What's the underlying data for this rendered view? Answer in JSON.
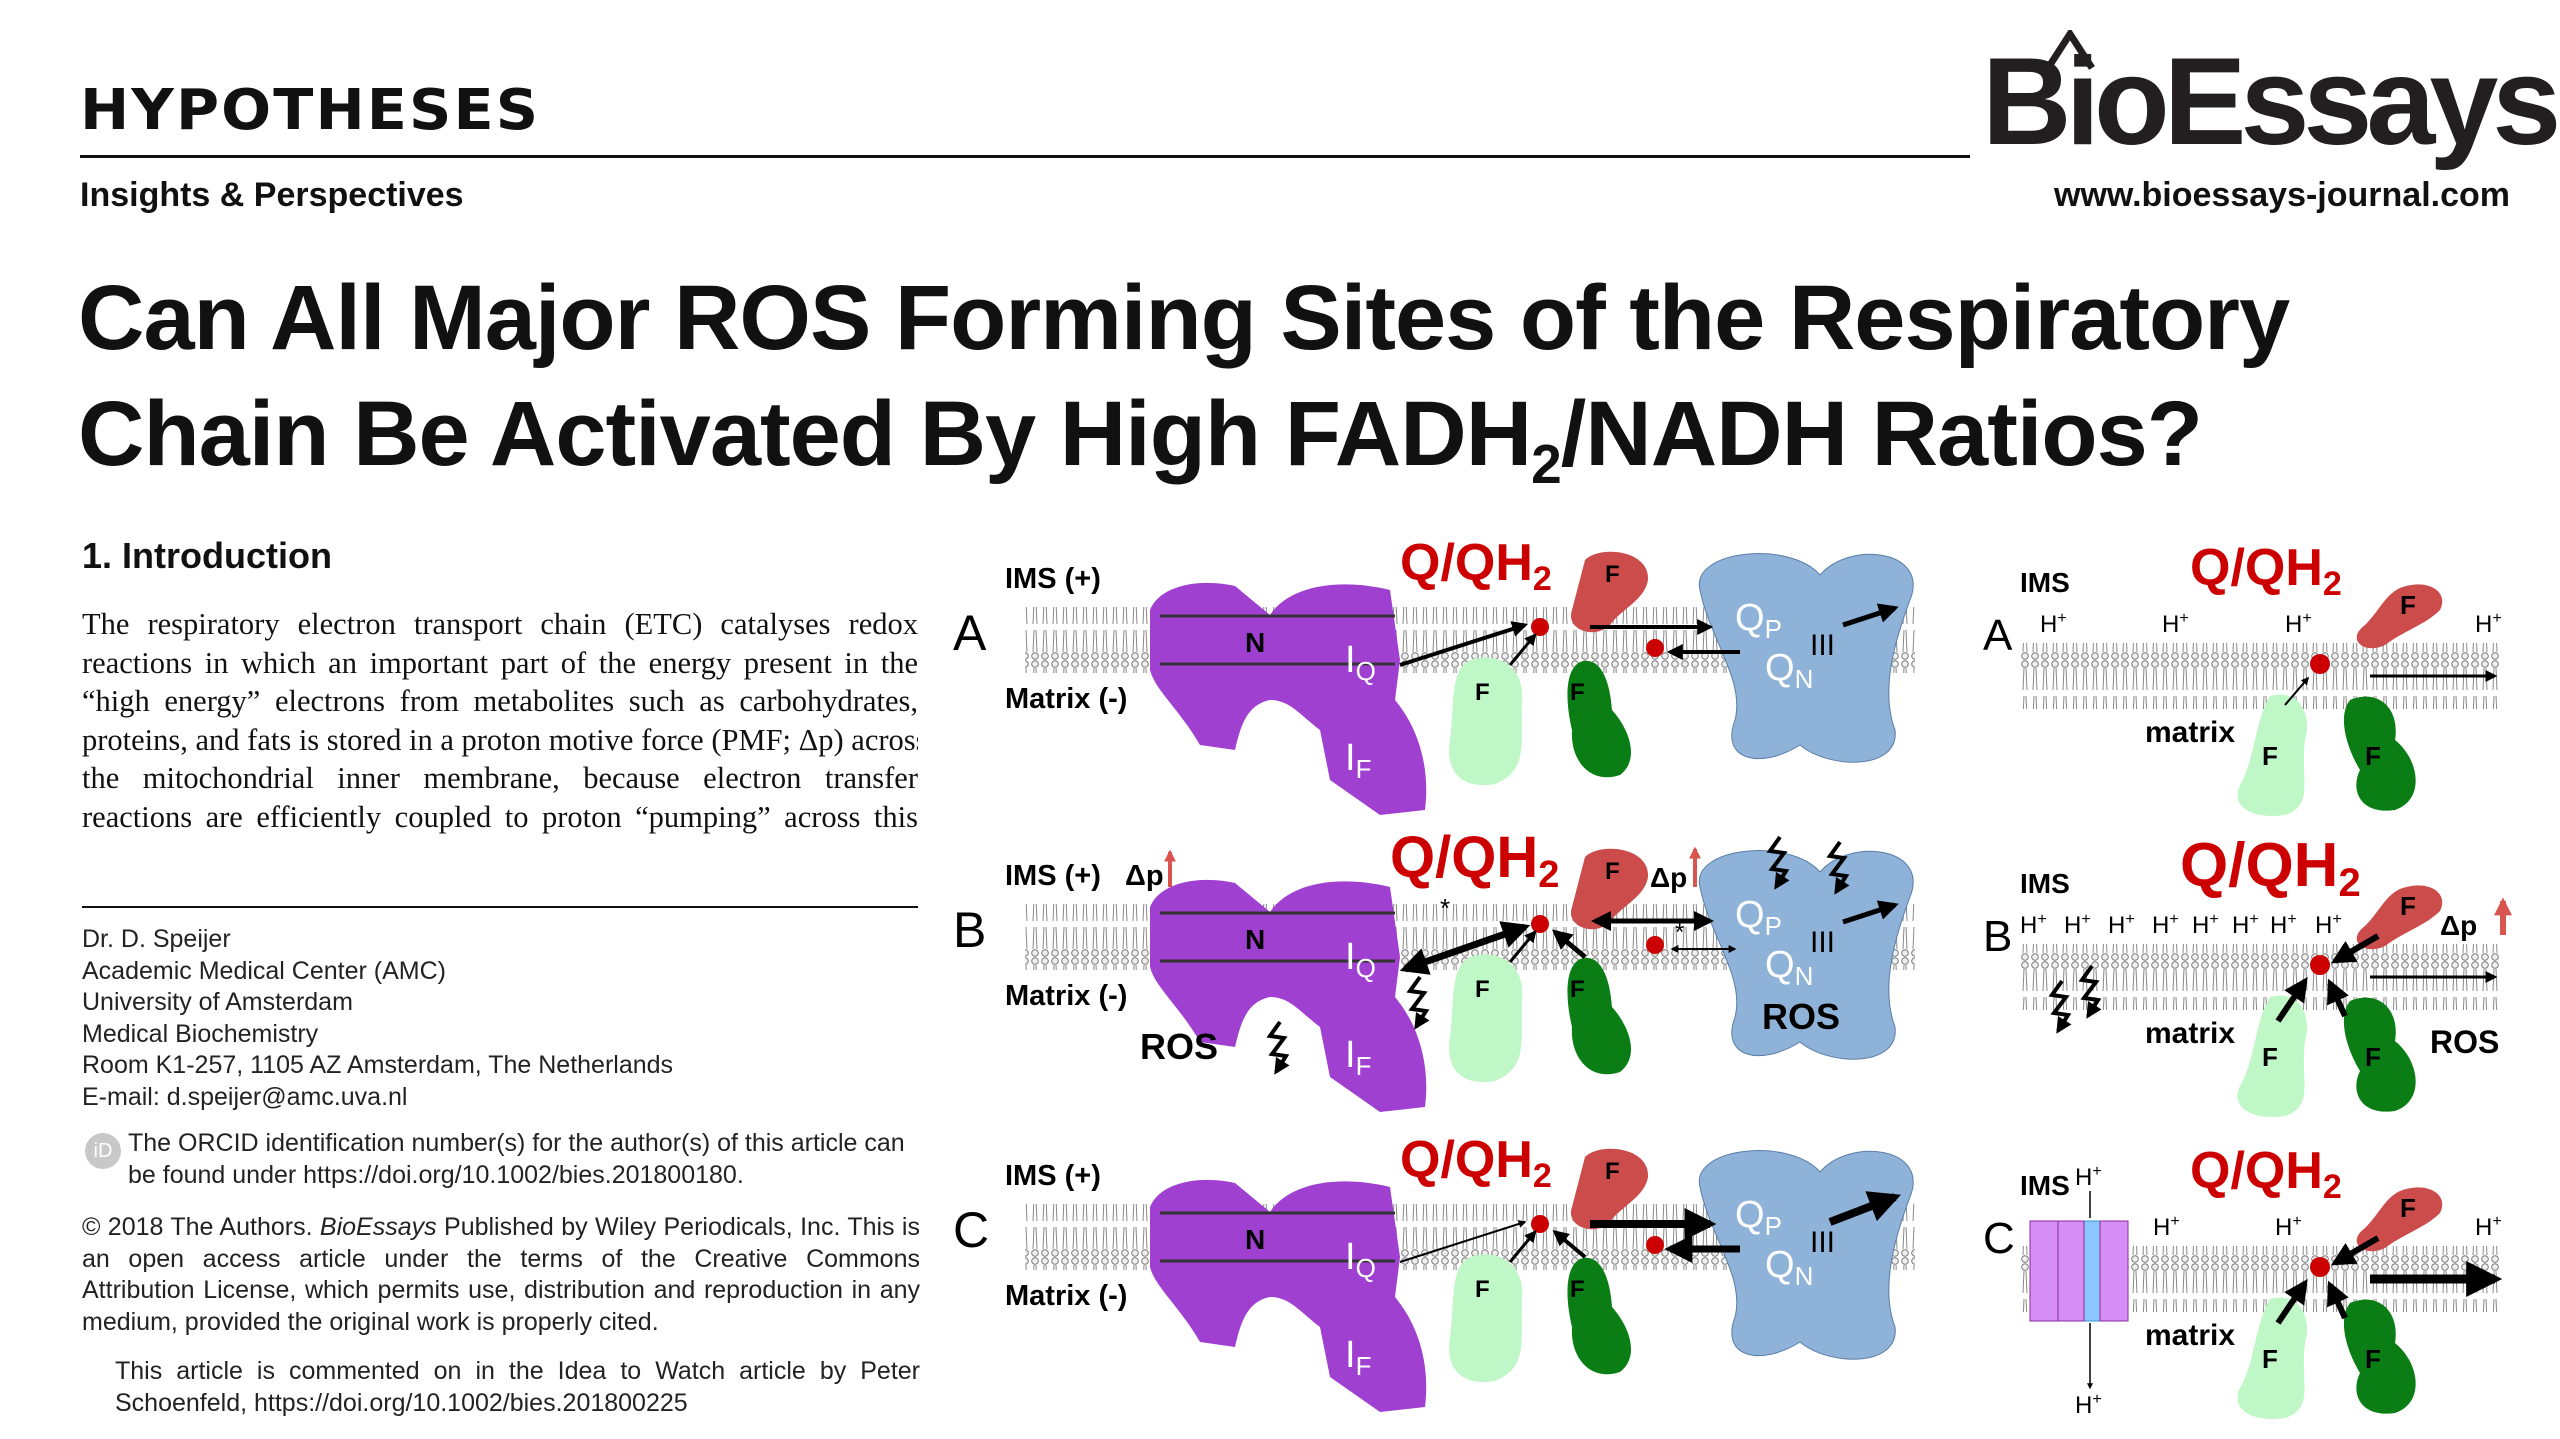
{
  "header": {
    "section": "HYPOTHESES",
    "kicker": "Insights & Perspectives",
    "journal": "BioEssays",
    "url": "www.bioessays-journal.com"
  },
  "title": {
    "line1": "Can All Major ROS Forming Sites of the Respiratory",
    "line2_a": "Chain Be Activated By High FADH",
    "line2_sub": "2",
    "line2_b": "/NADH Ratios?"
  },
  "intro": {
    "heading": "1. Introduction",
    "lines": [
      "The respiratory electron transport chain (ETC) catalyses redox",
      "reactions in which an important part of the energy present in the",
      "“high energy” electrons from metabolites such as carbohydrates,",
      "proteins, and fats is stored in a proton motive force (PMF; Δp) across",
      "the mitochondrial inner membrane, because electron transfer",
      "reactions are efficiently coupled to proton “pumping” across this"
    ]
  },
  "author": {
    "lines": [
      "Dr. D. Speijer",
      "Academic Medical Center (AMC)",
      "University of Amsterdam",
      "Medical Biochemistry",
      "Room K1-257, 1105 AZ Amsterdam, The Netherlands",
      "E-mail: d.speijer@amc.uva.nl"
    ]
  },
  "orcid": {
    "icon": "iD",
    "text": "The ORCID identification number(s) for the author(s) of this article can be found under https://doi.org/10.1002/bies.201800180."
  },
  "copyright": {
    "pre": "© 2018 The Authors. ",
    "journal": "BioEssays",
    "post": " Published by Wiley Periodicals, Inc. This is an open access article under the terms of the Creative Commons Attribution License, which permits use, distribution and reproduction in any medium, provided the original work is properly cited."
  },
  "comment": {
    "text": "This article is commented on in the Idea to Watch article by Peter Schoenfeld, https://doi.org/10.1002/bies.201800225"
  },
  "figure": {
    "colors": {
      "red": "#cc0000",
      "complexI": "#a040d0",
      "complexIII": "#8fb2d9",
      "fRed": "#cc4b4b",
      "fLight": "#bff7c6",
      "fDark": "#0a7d14"
    },
    "common": {
      "q": "Q/QH",
      "q_sub": "2",
      "f": "F",
      "n": "N",
      "i": "I",
      "q_idx": "Q",
      "f_idx": "F",
      "qp": "Q",
      "p": "P",
      "qn": "Q",
      "nn": "N",
      "iii": "III",
      "ros": "ROS",
      "dp": "Δp",
      "star": "*",
      "ims": "IMS",
      "matrix": "matrix",
      "h": "H",
      "plus": "+"
    },
    "left": [
      {
        "label": "A",
        "ims": "IMS (+)",
        "matrix": "Matrix (-)"
      },
      {
        "label": "B",
        "ims": "IMS (+)",
        "matrix": "Matrix (-)"
      },
      {
        "label": "C",
        "ims": "IMS (+)",
        "matrix": "Matrix (-)"
      }
    ],
    "right": [
      {
        "label": "A"
      },
      {
        "label": "B"
      },
      {
        "label": "C"
      }
    ]
  }
}
